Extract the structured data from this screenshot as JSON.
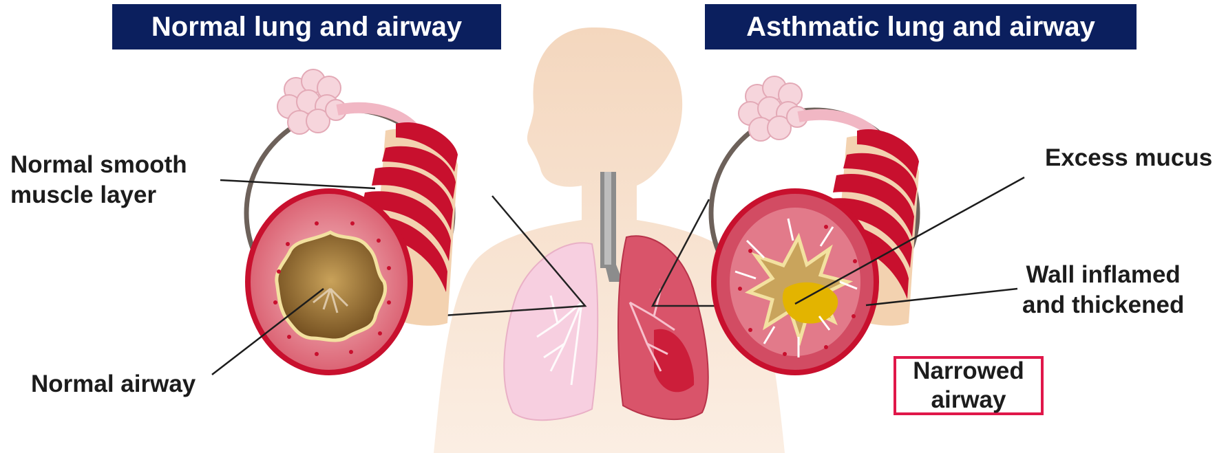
{
  "banners": {
    "left": "Normal lung and airway",
    "right": "Asthmatic lung and airway"
  },
  "labels": {
    "smooth_muscle_line1": "Normal smooth",
    "smooth_muscle_line2": "muscle layer",
    "normal_airway": "Normal airway",
    "excess_mucus": "Excess mucus",
    "wall_line1": "Wall inflamed",
    "wall_line2": "and thickened",
    "narrowed_line1": "Narrowed",
    "narrowed_line2": "airway"
  },
  "colors": {
    "banner_bg": "#0b1f5e",
    "banner_text": "#ffffff",
    "label_text": "#1c1c1c",
    "narrowed_border": "#e0174a",
    "muscle_red": "#c8102e",
    "skin": "#f6dcc4",
    "mucus": "#e3b400"
  }
}
